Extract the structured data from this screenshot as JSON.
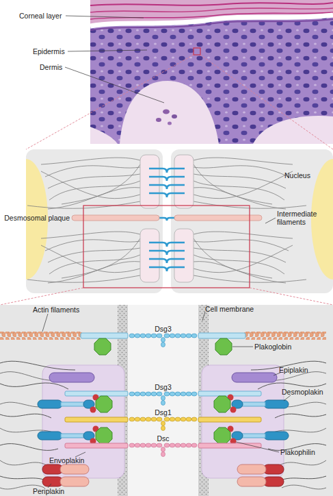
{
  "diagram": {
    "labels": [
      "Corneal layer",
      "Epidermis",
      "Dermis",
      "Desmosomal plaque",
      "Nucleus",
      "Intermediate filaments",
      "Actin filaments",
      "Cell membrane",
      "Dsg3",
      "Plakoglobin",
      "Epiplakin",
      "Dsg3",
      "Desmoplakin",
      "Dsg1",
      "Dsc",
      "Envoplakin",
      "Plakophilin",
      "Periplakin"
    ]
  }
}
